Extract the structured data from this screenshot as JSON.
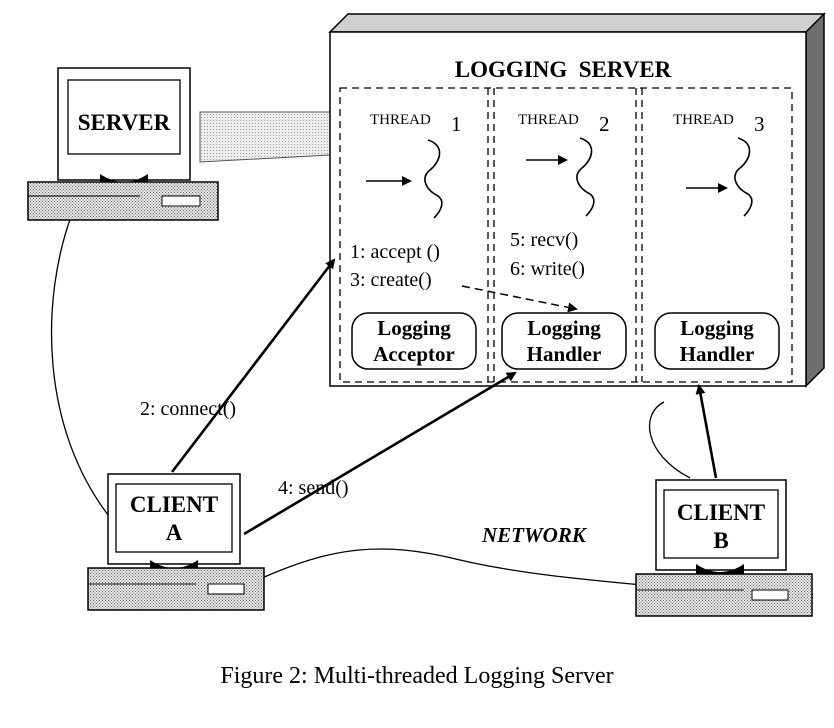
{
  "diagram": {
    "server_title": "LOGGING  SERVER",
    "server_machine_label": "SERVER",
    "threads": [
      {
        "label": "THREAD",
        "number": "1"
      },
      {
        "label": "THREAD",
        "number": "2"
      },
      {
        "label": "THREAD",
        "number": "3"
      }
    ],
    "steps": {
      "accept": "1: accept ()",
      "connect": "2: connect()",
      "create": "3: create()",
      "send": "4: send()",
      "recv": "5: recv()",
      "write": "6: write()"
    },
    "components": {
      "acceptor_line1": "Logging",
      "acceptor_line2": "Acceptor",
      "handler2_line1": "Logging",
      "handler2_line2": "Handler",
      "handler3_line1": "Logging",
      "handler3_line2": "Handler"
    },
    "clients": {
      "a_line1": "CLIENT",
      "a_line2": "A",
      "b_line1": "CLIENT",
      "b_line2": "B"
    },
    "network_label": "NETWORK",
    "caption": "Figure 2: Multi-threaded Logging Server"
  }
}
